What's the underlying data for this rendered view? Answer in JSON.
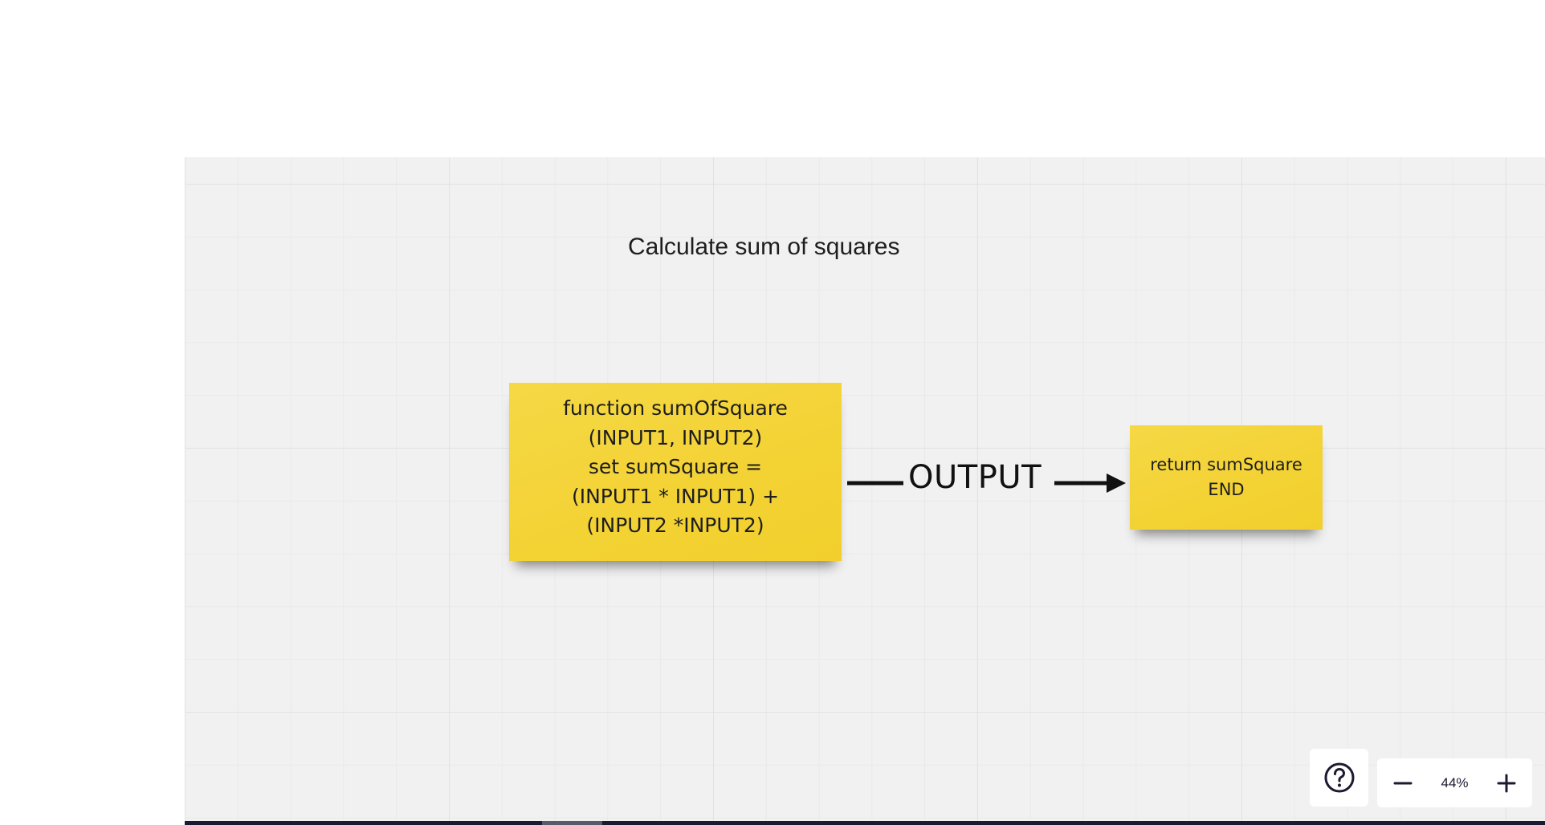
{
  "board": {
    "title": "Calculate sum of squares"
  },
  "sticky_notes": [
    {
      "lines": [
        "function sumOfSquare",
        "(INPUT1, INPUT2)",
        "set sumSquare =",
        "(INPUT1 * INPUT1) +",
        "(INPUT2 *INPUT2)"
      ],
      "color": "#f3d234"
    },
    {
      "lines": [
        "return sumSquare",
        "END"
      ],
      "color": "#f3d234"
    }
  ],
  "connector": {
    "label": "OUTPUT",
    "color": "#111111"
  },
  "controls": {
    "help_icon": "question-circle-icon",
    "zoom_out_icon": "minus-icon",
    "zoom_in_icon": "plus-icon",
    "zoom_level": "44%",
    "icon_color": "#1c1a30"
  }
}
